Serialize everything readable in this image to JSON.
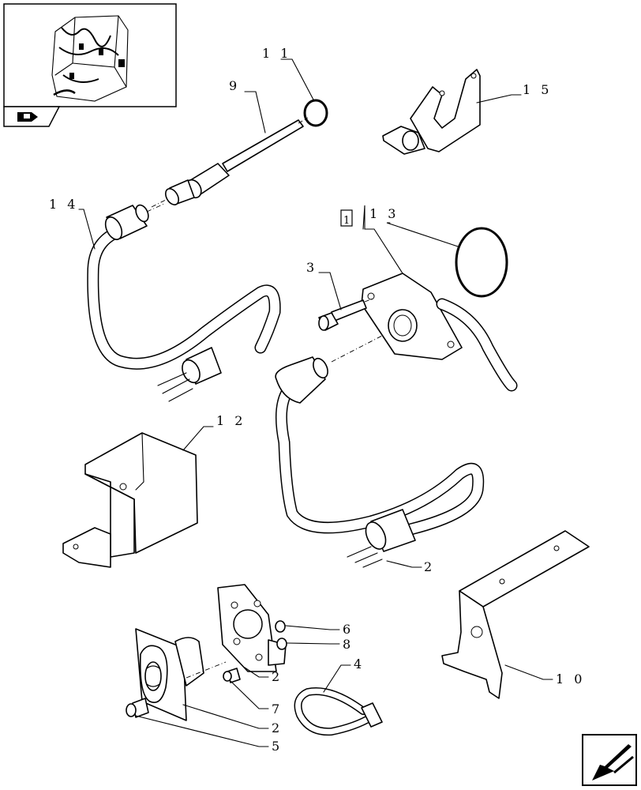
{
  "diagram": {
    "labels": {
      "l9": "9",
      "l11": "1 1",
      "l15": "1 5",
      "l14": "1 4",
      "l13": "1 3",
      "l13_box": "1",
      "l3": "3",
      "l12": "1 2",
      "l2a": "2",
      "l6": "6",
      "l8": "8",
      "l4": "4",
      "l2b": "2",
      "l7": "7",
      "l2c": "2",
      "l5": "5",
      "l10": "1 0"
    }
  }
}
